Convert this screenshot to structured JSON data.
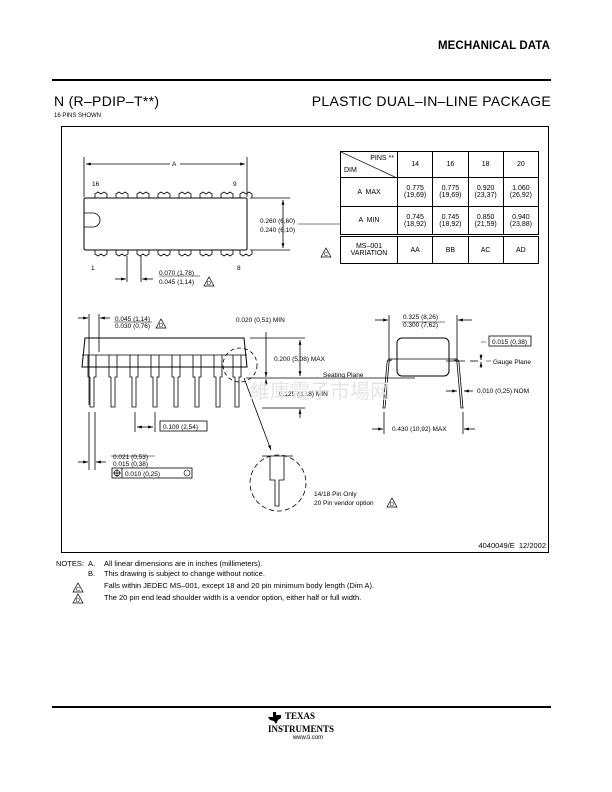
{
  "header": {
    "section_title": "MECHANICAL DATA"
  },
  "package": {
    "name": "N (R–PDIP–T**)",
    "description": "PLASTIC DUAL–IN–LINE PACKAGE",
    "pins_shown": "16 PINS SHOWN"
  },
  "top_view": {
    "dim_a_label": "A",
    "pin_16": "16",
    "pin_9": "9",
    "pin_1": "1",
    "pin_8": "8",
    "body_width_max": "0.260 (6,60)",
    "body_width_min": "0.240 (6,10)",
    "shoulder_max": "0.070 (1,78)",
    "shoulder_min": "0.045 (1,14)",
    "shoulder_note": "D"
  },
  "dim_table": {
    "header_pins": "PINS **",
    "header_dim": "DIM",
    "columns": [
      "14",
      "16",
      "18",
      "20"
    ],
    "rows": [
      {
        "label": "A  MAX",
        "values": [
          [
            "0.775",
            "(19,69)"
          ],
          [
            "0.775",
            "(19,69)"
          ],
          [
            "0.920",
            "(23,37)"
          ],
          [
            "1.060",
            "(26,92)"
          ]
        ]
      },
      {
        "label": "A  MIN",
        "values": [
          [
            "0.745",
            "(18,92)"
          ],
          [
            "0.745",
            "(18,92)"
          ],
          [
            "0.850",
            "(21,59)"
          ],
          [
            "0.940",
            "(23,88)"
          ]
        ]
      }
    ],
    "variation": {
      "label_1": "MS–001",
      "label_2": "VARIATION",
      "values": [
        "AA",
        "BB",
        "AC",
        "AD"
      ],
      "note": "C"
    }
  },
  "side_view": {
    "end_lead_max": "0.045 (1,14)",
    "end_lead_min": "0.030 (0,76)",
    "end_lead_note": "D",
    "standoff": "0.020 (0,51) MIN",
    "height_max": "0.200 (5,08) MAX",
    "seating_plane": "Seating Plane",
    "lead_length": "0.125 (3,18) MIN",
    "pitch": "0.100 (2,54)",
    "lead_width_max": "0.021 (0,53)",
    "lead_width_min": "0.015 (0,38)",
    "position_tol": "0.010 (0,25)",
    "detail_line1": "14/18 Pin Only",
    "detail_line2": "20 Pin vendor option",
    "detail_note": "D"
  },
  "end_view": {
    "row_spacing_max": "0.325 (8,26)",
    "row_spacing_min": "0.300 (7,62)",
    "gauge_dim": "0.015 (0,38)",
    "gauge_plane": "Gauge Plane",
    "lead_thickness": "0.010 (0,25) NOM",
    "overall_max": "0.430 (10,92) MAX"
  },
  "doc_id": "4040049/E  12/2002",
  "notes": {
    "label": "NOTES:",
    "items": [
      {
        "key": "A.",
        "text": "All linear dimensions are in inches (millimeters)."
      },
      {
        "key": "B.",
        "text": "This drawing is subject to change without notice."
      },
      {
        "key": "C",
        "text": "Falls within JEDEC MS–001, except 18 and 20 pin minimum body length (Dim A)."
      },
      {
        "key": "D",
        "text": "The 20 pin end lead shoulder width is a vendor option, either half or full width."
      }
    ]
  },
  "footer": {
    "brand_line1": "TEXAS",
    "brand_line2": "INSTRUMENTS",
    "url": "www.ti.com"
  }
}
